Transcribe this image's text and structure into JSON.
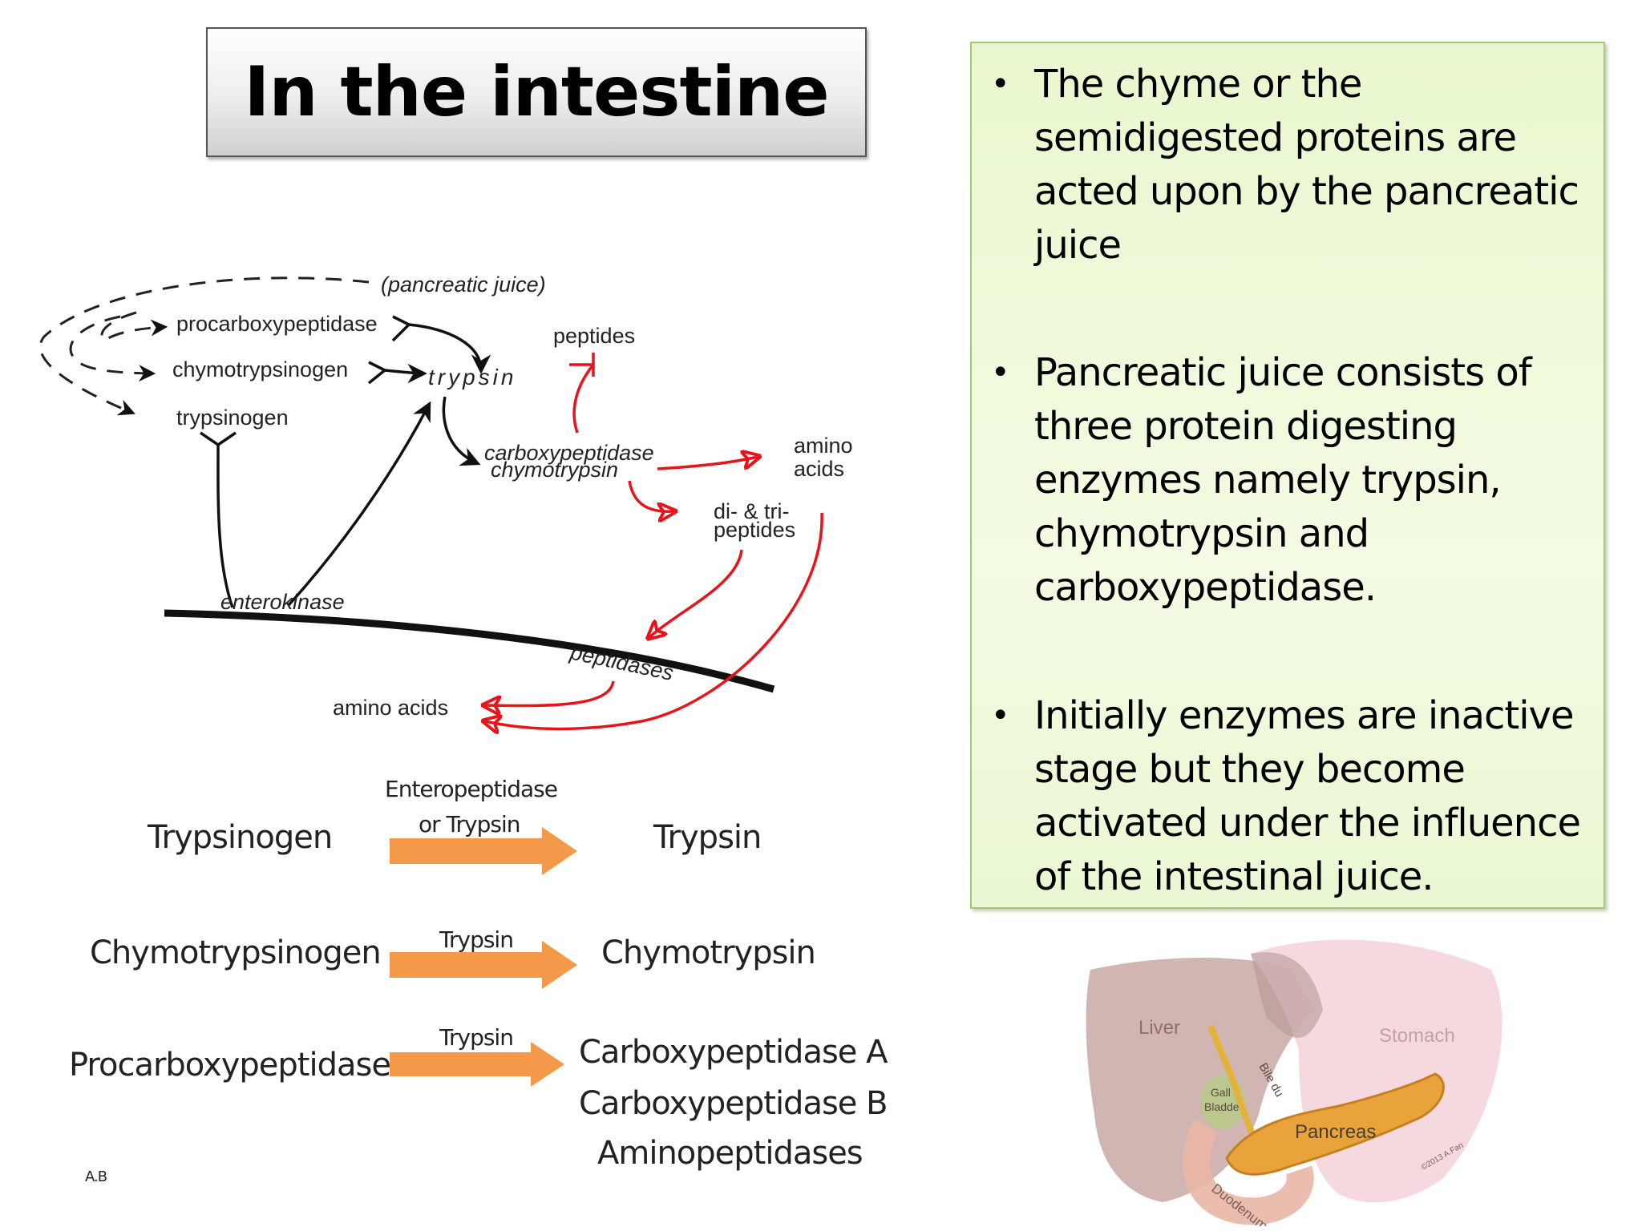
{
  "title": "In the intestine",
  "bullets": [
    "The chyme or the semidigested proteins are acted upon by the pancreatic juice",
    "Pancreatic juice consists of three protein digesting enzymes namely trypsin, chymotrypsin and carboxypeptidase.",
    "Initially enzymes are inactive stage but they become activated under the influence of the intestinal juice."
  ],
  "diagram": {
    "pancreatic_juice": "(pancreatic juice)",
    "procarboxypeptidase": "procarboxypeptidase",
    "chymotrypsinogen": "chymotrypsinogen",
    "trypsinogen": "trypsinogen",
    "trypsin": "trypsin",
    "peptides": "peptides",
    "carboxypeptidase": "carboxypeptidase",
    "chymotrypsin": "chymotrypsin",
    "amino_acids_top_1": "amino",
    "amino_acids_top_2": "acids",
    "di_tri_1": "di- & tri-",
    "di_tri_2": "peptides",
    "enterokinase": "enterokinase",
    "peptidases": "peptidases",
    "amino_acids_bottom": "amino acids"
  },
  "activation": {
    "row1": {
      "from": "Trypsinogen",
      "enzyme_1": "Enteropeptidase",
      "enzyme_2": "or Trypsin",
      "to": "Trypsin"
    },
    "row2": {
      "from": "Chymotrypsinogen",
      "enzyme": "Trypsin",
      "to": "Chymotrypsin"
    },
    "row3": {
      "from": "Procarboxypeptidases",
      "enzyme": "Trypsin",
      "to_1": "Carboxypeptidase A",
      "to_2": "Carboxypeptidase B",
      "to_3": "Aminopeptidases"
    },
    "arrow_color": "#f4994a"
  },
  "initials": "A.B",
  "anatomy": {
    "liver": "Liver",
    "stomach": "Stomach",
    "bile_duct": "Bile du",
    "gall_1": "Gall",
    "gall_2": "Bladde",
    "pancreas": "Pancreas",
    "duodenum": "Duodenum",
    "copyright": "©2013 A.Fan"
  },
  "colors": {
    "bullet_box_bg": "#eaf7d3",
    "bullet_box_border": "#a9c47a",
    "red_arrow": "#e8141c",
    "orange_arrow": "#f4994a"
  }
}
